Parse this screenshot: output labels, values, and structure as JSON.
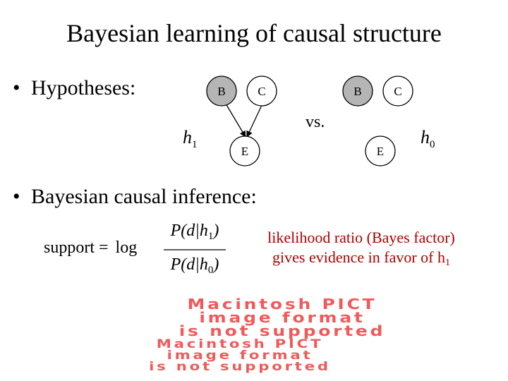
{
  "slide": {
    "title": "Bayesian learning of causal structure",
    "bullets": {
      "hypotheses": "Hypotheses:",
      "inference": "Bayesian causal inference:"
    },
    "bullet_symbol": "•"
  },
  "graphs": {
    "h1": {
      "hypothesis_symbol": "h",
      "hypothesis_index": "1",
      "nodes": [
        "B",
        "C",
        "E"
      ]
    },
    "h0": {
      "hypothesis_symbol": "h",
      "hypothesis_index": "0",
      "nodes": [
        "B",
        "C",
        "E"
      ]
    },
    "vs": "vs.",
    "node_fill": "#b5b5b5"
  },
  "formula": {
    "lhs": "support =",
    "log": "log",
    "numerator": {
      "prefix": "P(d|h",
      "index": "1",
      "suffix": ")"
    },
    "denominator": {
      "prefix": "P(d|h",
      "index": "0",
      "suffix": ")"
    }
  },
  "note": {
    "line1": "likelihood ratio (Bayes factor)",
    "line2": "gives evidence in favor of h",
    "line2_index": "1",
    "color": "#b00000"
  },
  "placeholders": [
    {
      "line1": "Macintosh PICT",
      "line2": "image format",
      "line3": "is not supported"
    },
    {
      "line1": "Macintosh PICT",
      "line2": "image format",
      "line3": "is not supported"
    }
  ]
}
